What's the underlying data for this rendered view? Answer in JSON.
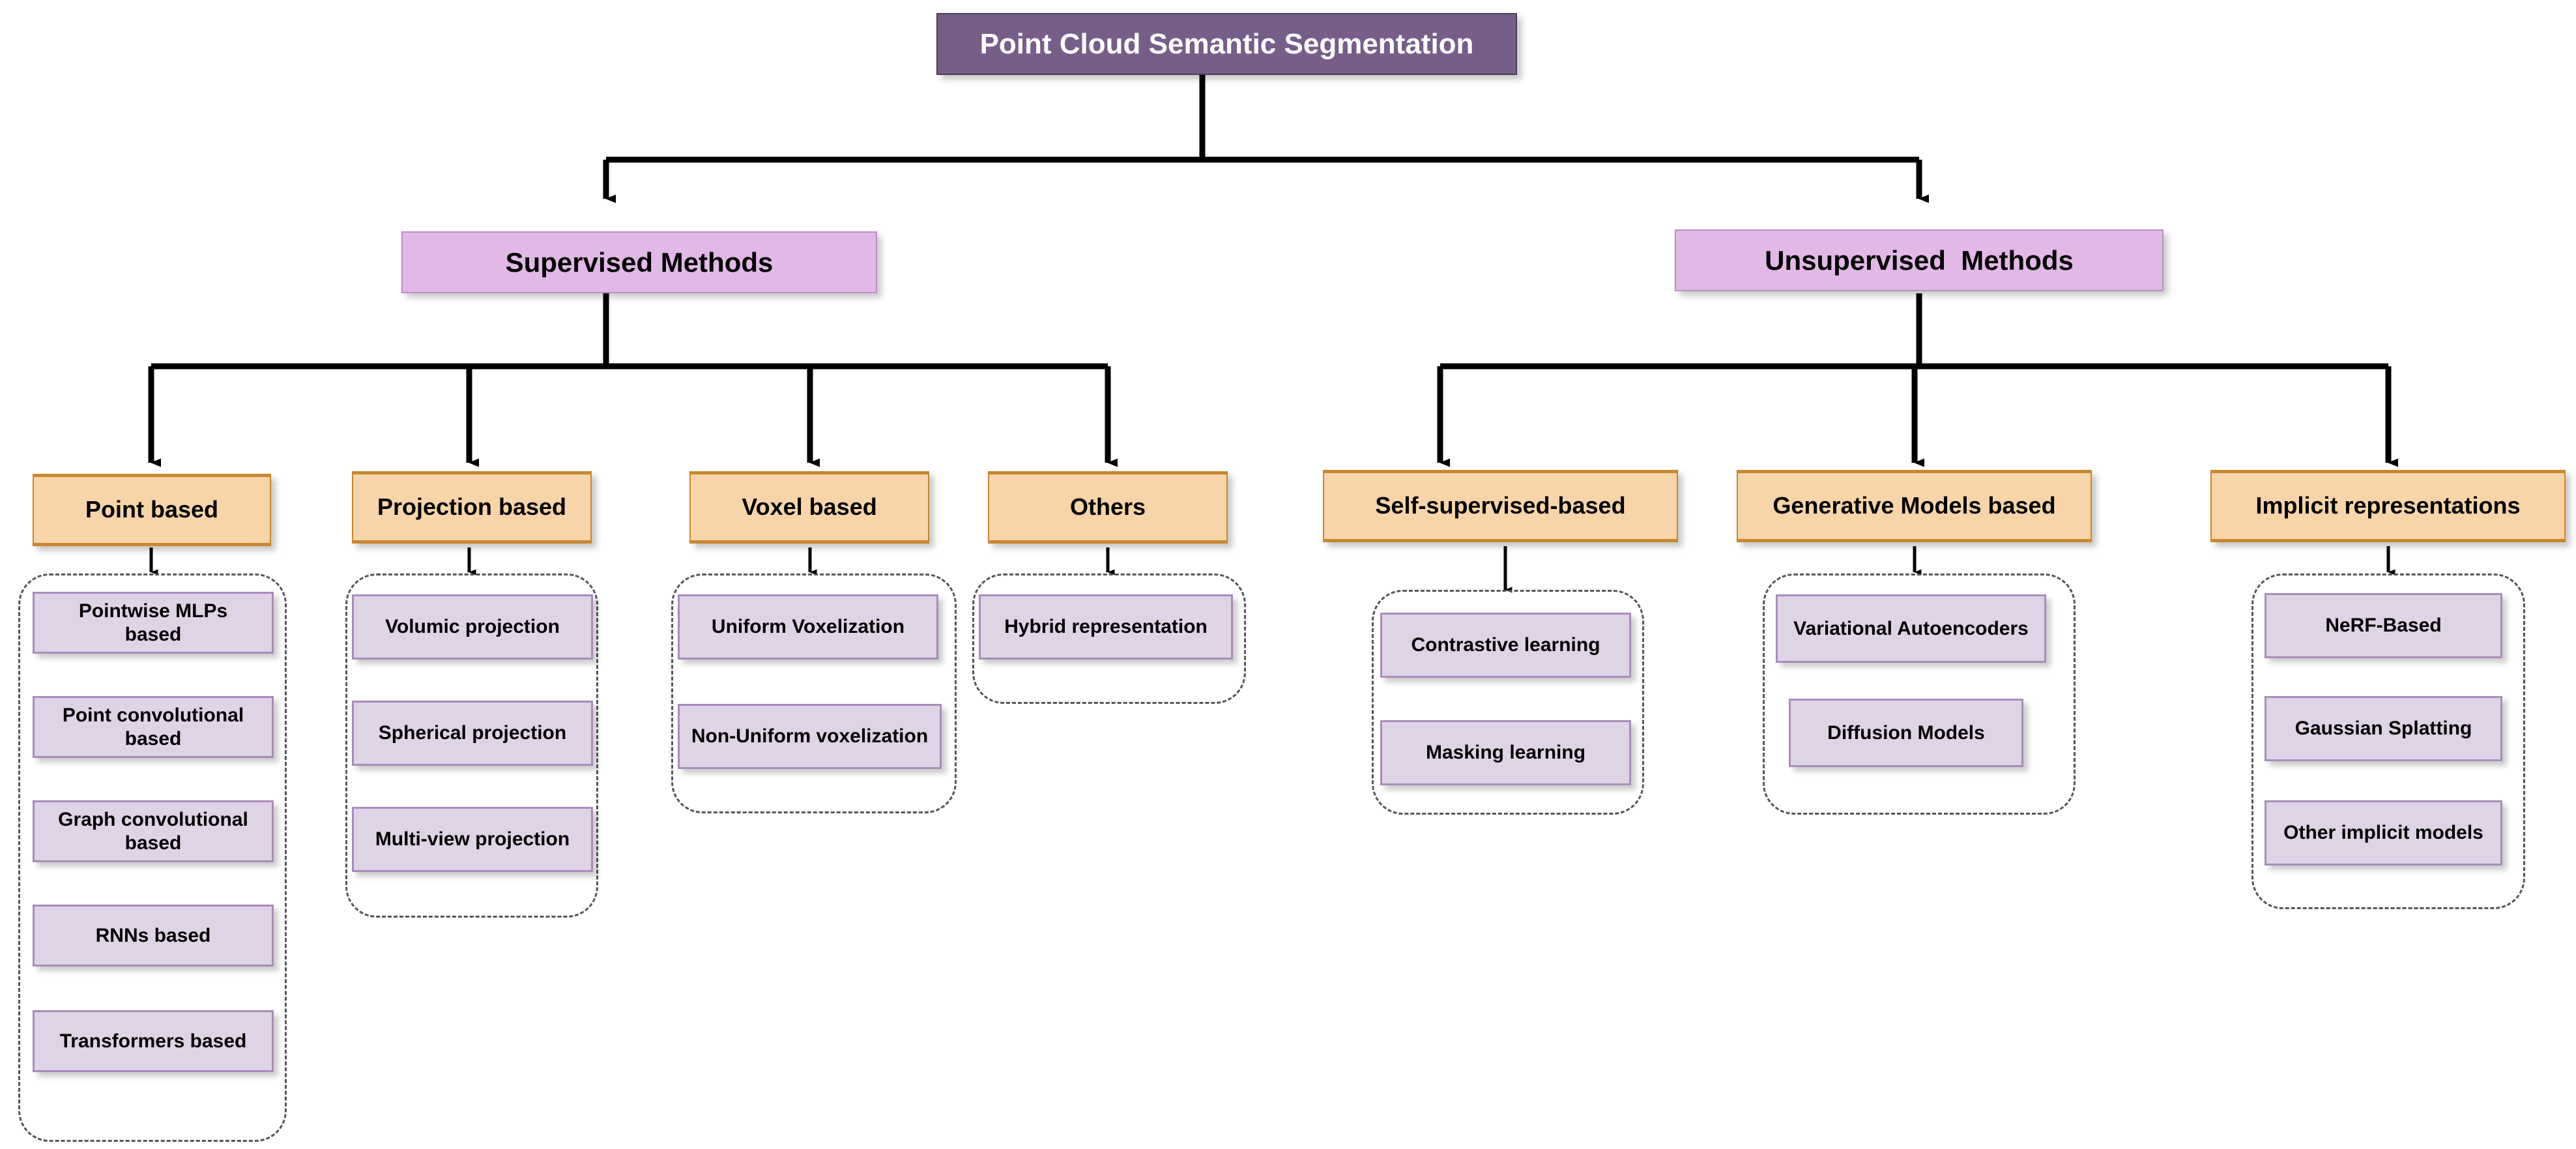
{
  "diagram": {
    "title": "Point Cloud Semantic Segmentation",
    "colors": {
      "root_fill": "#765E89",
      "root_text": "#FFFFFF",
      "branch_fill": "#E2B8E7",
      "category_fill": "#F7D5A8",
      "category_border": "#C8862F",
      "leaf_fill": "#DFD3E6",
      "leaf_border": "#A98CBB",
      "group_border": "#555555",
      "edge": "#000000",
      "background": "#FFFFFF"
    }
  },
  "root": {
    "label": "Point Cloud Semantic Segmentation"
  },
  "branches": [
    {
      "label": "Supervised Methods"
    },
    {
      "label": "Unsupervised  Methods"
    }
  ],
  "categories": [
    {
      "label": "Point based",
      "branch": "Supervised Methods"
    },
    {
      "label": "Projection based",
      "branch": "Supervised Methods"
    },
    {
      "label": "Voxel based",
      "branch": "Supervised Methods"
    },
    {
      "label": "Others",
      "branch": "Supervised Methods"
    },
    {
      "label": "Self-supervised-based",
      "branch": "Unsupervised  Methods"
    },
    {
      "label": "Generative Models based",
      "branch": "Unsupervised  Methods"
    },
    {
      "label": "Implicit representations",
      "branch": "Unsupervised  Methods"
    }
  ],
  "leaves": {
    "point_based": [
      {
        "label": "Pointwise MLPs\nbased"
      },
      {
        "label": "Point convolutional\nbased"
      },
      {
        "label": "Graph convolutional\nbased"
      },
      {
        "label": "RNNs based"
      },
      {
        "label": "Transformers based"
      }
    ],
    "projection_based": [
      {
        "label": "Volumic projection"
      },
      {
        "label": "Spherical projection"
      },
      {
        "label": "Multi-view projection"
      }
    ],
    "voxel_based": [
      {
        "label": "Uniform Voxelization"
      },
      {
        "label": "Non-Uniform voxelization"
      }
    ],
    "others": [
      {
        "label": "Hybrid representation"
      }
    ],
    "self_supervised_based": [
      {
        "label": "Contrastive learning"
      },
      {
        "label": "Masking learning"
      }
    ],
    "generative_models_based": [
      {
        "label": "Variational Autoencoders"
      },
      {
        "label": "Diffusion Models"
      }
    ],
    "implicit_representations": [
      {
        "label": "NeRF-Based"
      },
      {
        "label": "Gaussian Splatting"
      },
      {
        "label": "Other implicit models"
      }
    ]
  }
}
